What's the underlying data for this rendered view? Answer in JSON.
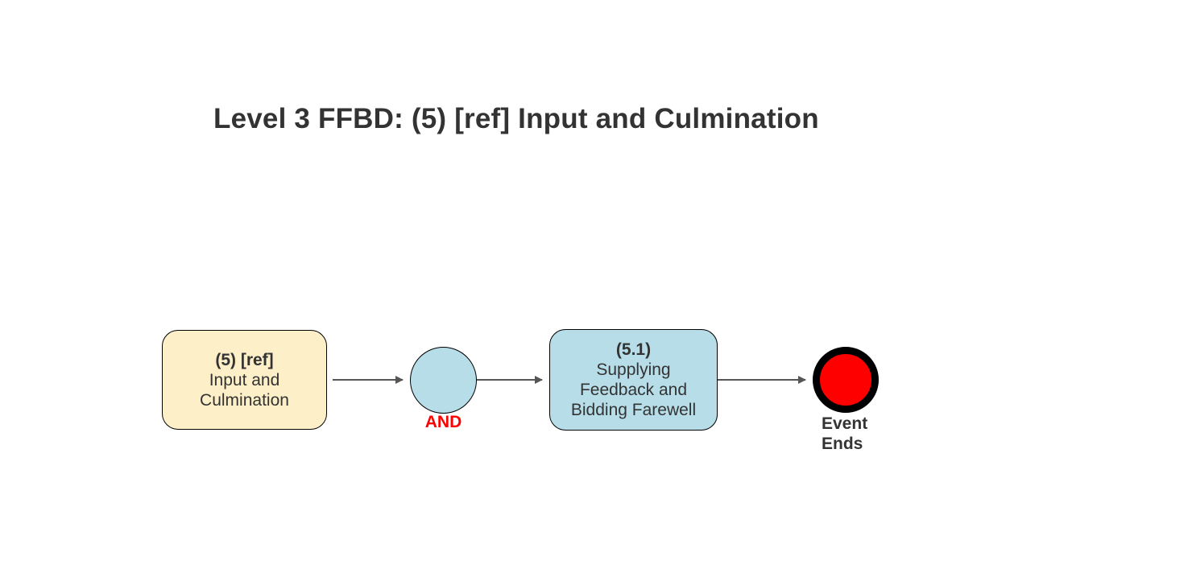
{
  "title": "Level 3 FFBD: (5) [ref] Input and Culmination",
  "nodes": {
    "ref": {
      "id": "(5) [ref]",
      "label": "Input and Culmination",
      "fill": "#fdefc8"
    },
    "n51": {
      "id": "(5.1)",
      "label": "Supplying Feedback and Bidding Farewell",
      "fill": "#b6dde8"
    }
  },
  "and_gate": {
    "label": "AND",
    "label_color": "#ff0000",
    "fill": "#b6dde8"
  },
  "end_event": {
    "label": "Event\nEnds",
    "fill": "#ff0000"
  },
  "edges": [
    {
      "from": "(5) [ref]",
      "to": "AND"
    },
    {
      "from": "AND",
      "to": "(5.1)"
    },
    {
      "from": "(5.1)",
      "to": "Event Ends"
    }
  ]
}
